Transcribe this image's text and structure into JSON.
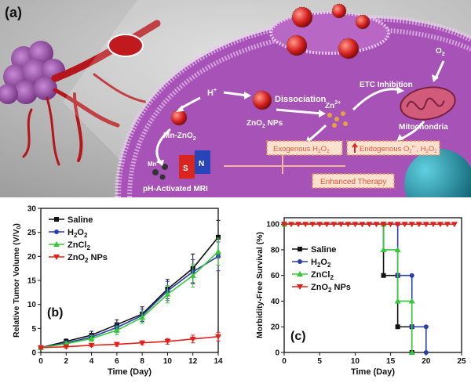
{
  "panel_a": {
    "label": "(a)",
    "h_plus": "H",
    "h_plus_sup": "+",
    "mn_zno2": "Mn-ZnO",
    "mn_zno2_sub": "2",
    "zno2_nps": "ZnO",
    "zno2_nps_sub": "2",
    "zno2_nps_tail": " NPs",
    "dissociation": "Dissociation",
    "zn2": "Zn",
    "zn2_sup": "2+",
    "etc_inhibition": "ETC Inhibition",
    "o2": "O",
    "o2_sub": "2",
    "mitochondria": "Mitochondria",
    "mn2": "Mn",
    "mn2_sup": "2+",
    "magnet_s": "S",
    "magnet_n": "N",
    "ph_mri": "pH-Activated MRI",
    "exogenous": "Exogenous H",
    "exogenous_sub1": "2",
    "exogenous_mid": "O",
    "exogenous_sub2": "2",
    "endogenous": "Endogenous O",
    "endogenous_sub": "2",
    "endogenous_sup": "•−",
    "endogenous_tail": ", H",
    "endogenous_sub2": "2",
    "endogenous_tail2": "O",
    "endogenous_sub3": "2",
    "enhanced": "Enhanced Therapy",
    "colors": {
      "membrane": "#8e3e9a",
      "cell": "#a859b3",
      "box_fill": "#fbe1cf",
      "box_border": "#ef8a5a",
      "box_text": "#e4573a"
    }
  },
  "chart_data": [
    {
      "type": "line",
      "panel_label": "(b)",
      "xlabel": "Time (Day)",
      "ylabel": "Relative Tumor Volume (V/V",
      "ylabel_sub": "0",
      "ylabel_tail": ")",
      "xlim": [
        0,
        14
      ],
      "ylim": [
        0,
        30
      ],
      "x_ticks": [
        "0",
        "2",
        "4",
        "6",
        "8",
        "10",
        "12",
        "14"
      ],
      "y_ticks": [
        "0",
        "5",
        "10",
        "15",
        "20",
        "25",
        "30"
      ],
      "x": [
        0,
        2,
        4,
        6,
        8,
        10,
        12,
        14
      ],
      "legend_position": "top-left",
      "series": [
        {
          "name": "Saline",
          "color": "#111111",
          "marker": "square",
          "values": [
            1,
            2.3,
            3.6,
            5.8,
            8.0,
            13.2,
            17.5,
            24.0
          ],
          "errors": [
            0.4,
            0.5,
            0.8,
            1.0,
            1.5,
            2.0,
            3.0,
            3.5
          ]
        },
        {
          "name": "H",
          "name_sub": "2",
          "name_mid": "O",
          "name_sub2": "2",
          "color": "#2b3fa8",
          "marker": "circle",
          "values": [
            1,
            2.0,
            3.2,
            5.2,
            7.7,
            12.8,
            16.8,
            20.0
          ],
          "errors": [
            0.4,
            0.4,
            0.7,
            1.0,
            1.3,
            2.0,
            2.5,
            3.0
          ]
        },
        {
          "name": "ZnCl",
          "name_sub": "2",
          "color": "#36c83a",
          "marker": "triangle-up",
          "values": [
            1,
            1.8,
            2.9,
            4.6,
            7.3,
            12.1,
            16.0,
            21.0
          ],
          "errors": [
            0.4,
            0.4,
            0.6,
            0.9,
            1.2,
            1.8,
            2.4,
            2.8
          ]
        },
        {
          "name": "ZnO",
          "name_sub": "2",
          "name_tail": " NPs",
          "color": "#e0201a",
          "marker": "triangle-down",
          "values": [
            1,
            1.2,
            1.5,
            1.7,
            2.0,
            2.3,
            2.8,
            3.3
          ],
          "errors": [
            0.3,
            0.3,
            0.3,
            0.4,
            0.4,
            0.6,
            0.8,
            0.9
          ]
        }
      ]
    },
    {
      "type": "line",
      "step": true,
      "panel_label": "(c)",
      "xlabel": "Time (Day)",
      "ylabel": "Morbidity-Free Survival (%)",
      "xlim": [
        0,
        25
      ],
      "ylim": [
        0,
        105
      ],
      "x_ticks": [
        "0",
        "5",
        "10",
        "15",
        "20",
        "25"
      ],
      "y_ticks": [
        "0",
        "20",
        "40",
        "60",
        "80",
        "100"
      ],
      "legend_position": "center-left",
      "series": [
        {
          "name": "Saline",
          "color": "#111111",
          "marker": "square",
          "x": [
            0,
            14,
            14,
            16,
            16,
            18,
            18
          ],
          "values": [
            100,
            100,
            60,
            60,
            20,
            20,
            0
          ]
        },
        {
          "name": "H",
          "name_sub": "2",
          "name_mid": "O",
          "name_sub2": "2",
          "color": "#2b3fa8",
          "marker": "circle",
          "x": [
            0,
            16,
            16,
            18,
            18,
            20,
            20
          ],
          "values": [
            100,
            100,
            60,
            60,
            20,
            20,
            0
          ]
        },
        {
          "name": "ZnCl",
          "name_sub": "2",
          "color": "#36c83a",
          "marker": "triangle-up",
          "x": [
            0,
            14,
            14,
            16,
            16,
            18,
            18
          ],
          "values": [
            100,
            100,
            80,
            80,
            40,
            40,
            0
          ]
        },
        {
          "name": "ZnO",
          "name_sub": "2",
          "name_tail": " NPs",
          "color": "#e0201a",
          "marker": "triangle-down",
          "x": [
            0,
            1,
            2,
            3,
            4,
            5,
            6,
            7,
            8,
            9,
            10,
            11,
            12,
            13,
            14,
            15,
            16,
            17,
            18,
            19,
            20,
            21,
            22,
            23,
            24
          ],
          "values": [
            100,
            100,
            100,
            100,
            100,
            100,
            100,
            100,
            100,
            100,
            100,
            100,
            100,
            100,
            100,
            100,
            100,
            100,
            100,
            100,
            100,
            100,
            100,
            100,
            100
          ]
        }
      ]
    }
  ]
}
